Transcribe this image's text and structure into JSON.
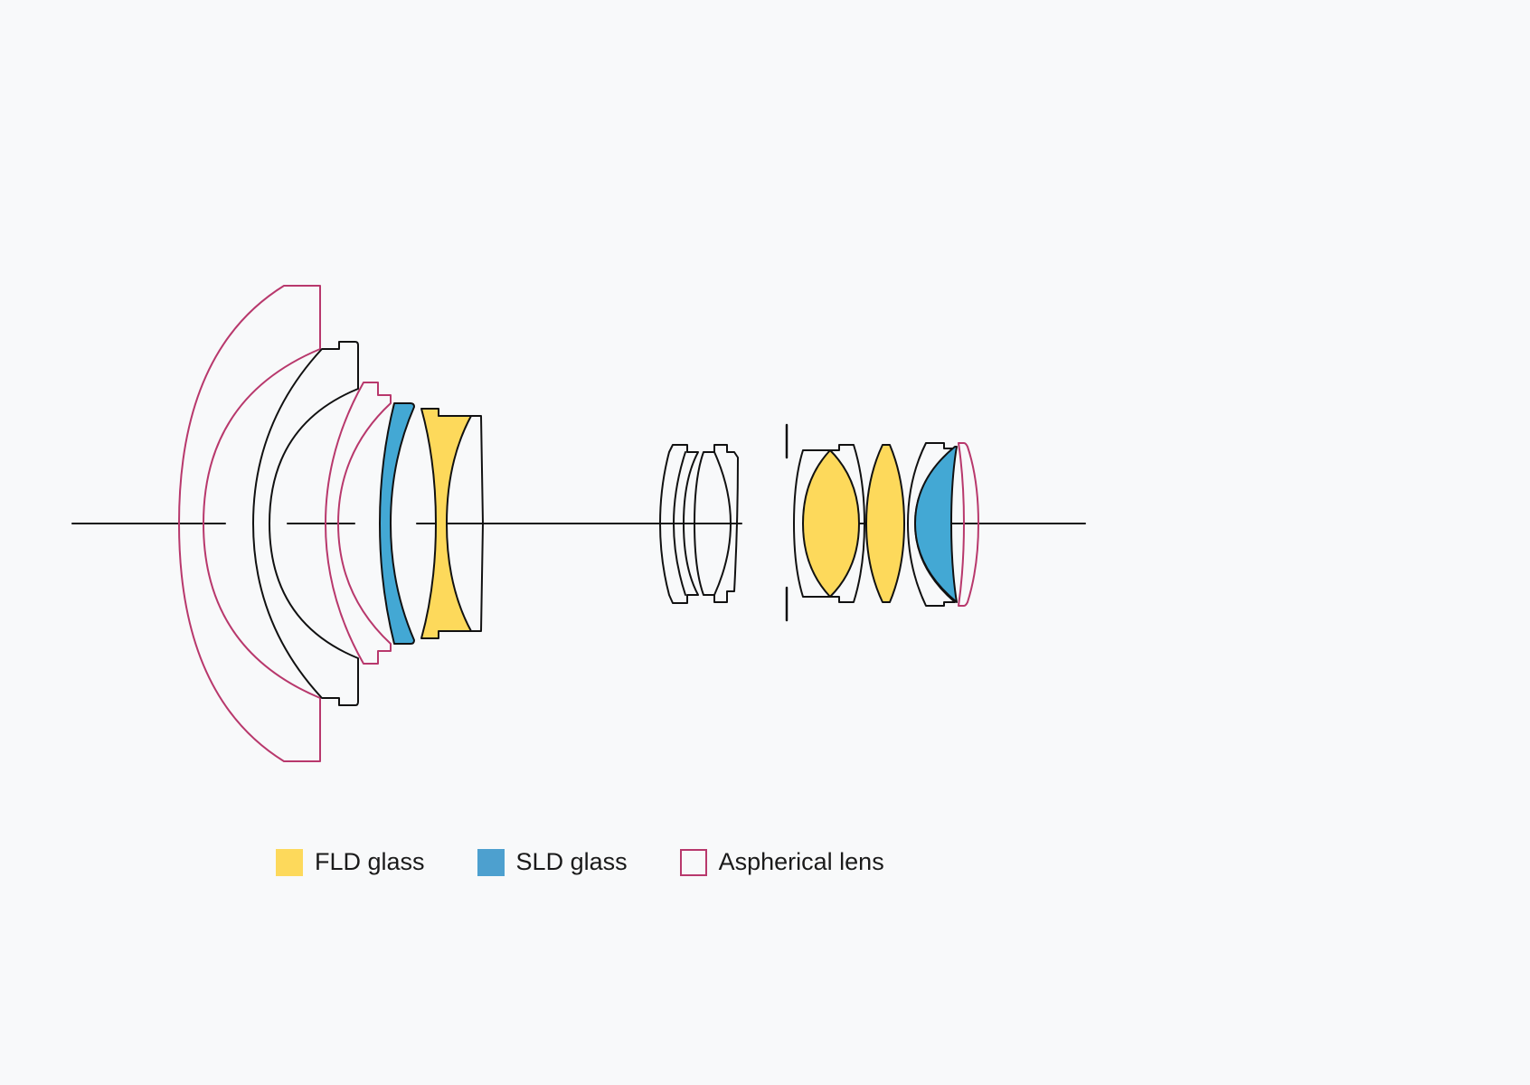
{
  "colors": {
    "fld": "#fdd95b",
    "sld": "#4da0cf",
    "aspherical": "#b8386c",
    "line": "#111111",
    "background": "#f8f9fa"
  },
  "legend": {
    "fld_label": "FLD glass",
    "sld_label": "SLD glass",
    "asph_label": "Aspherical lens"
  }
}
